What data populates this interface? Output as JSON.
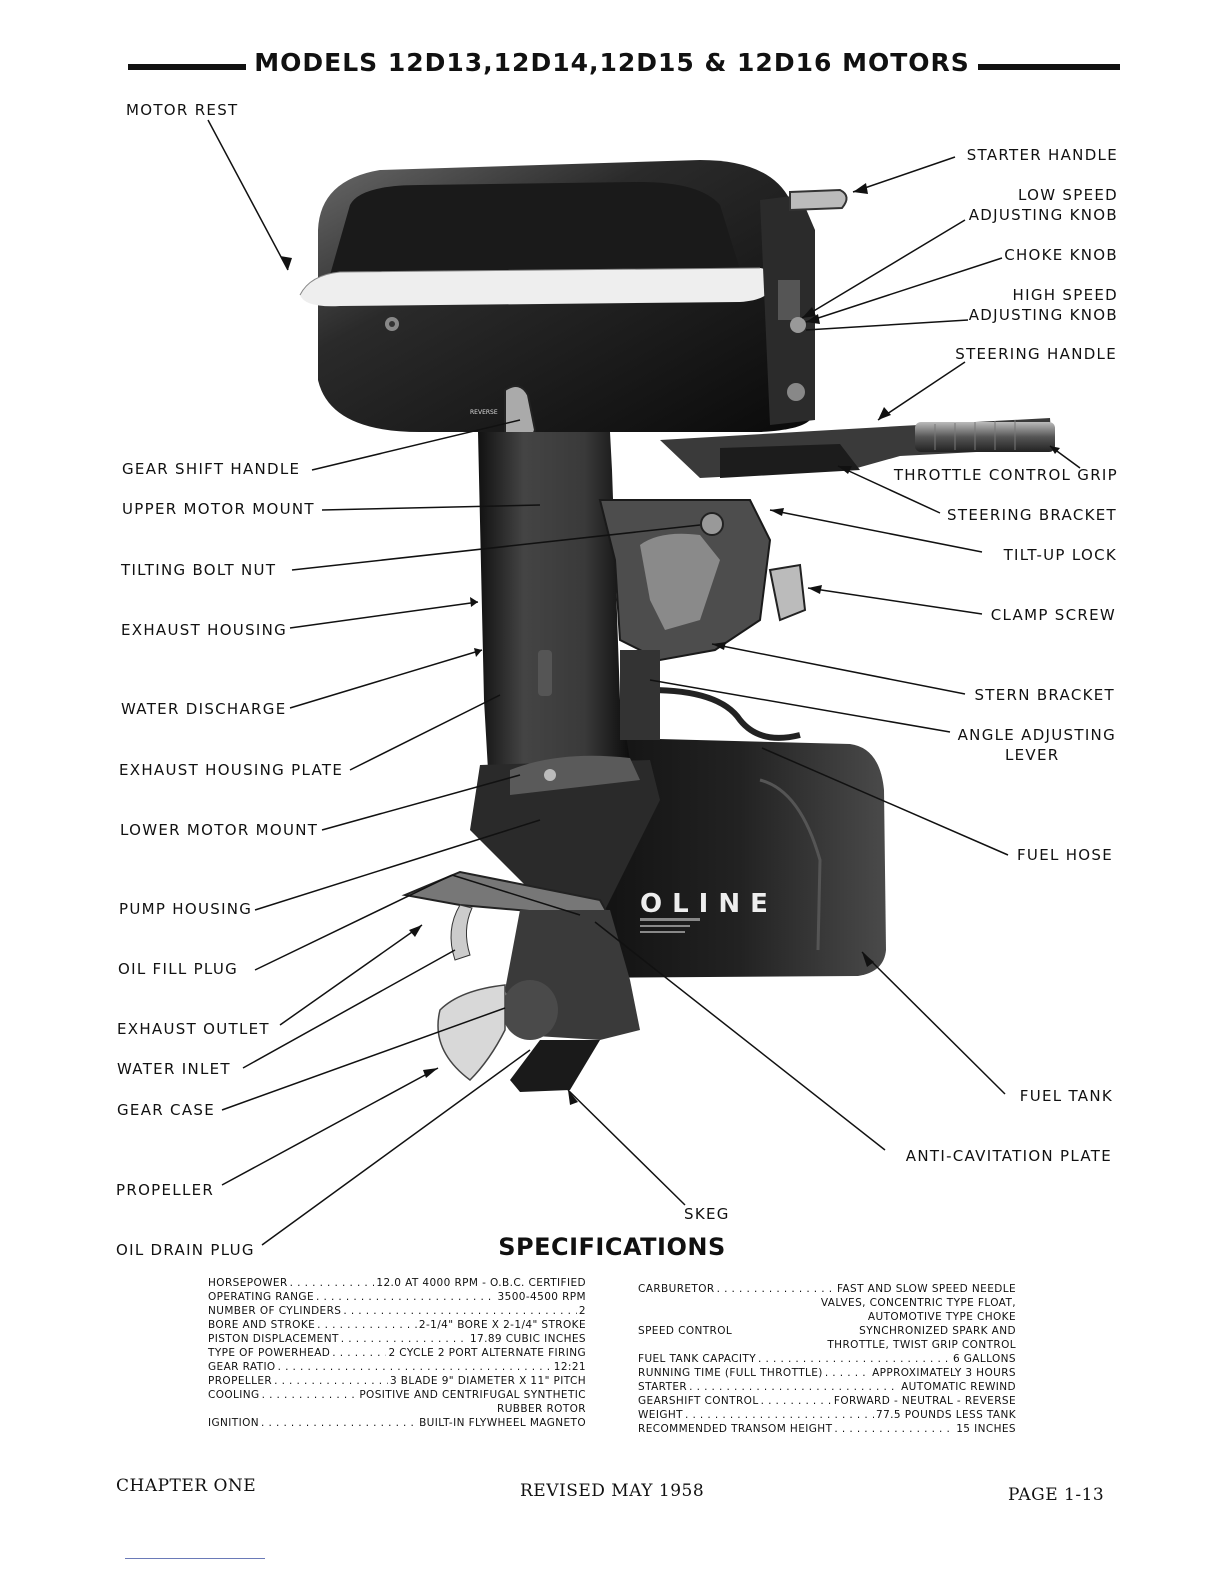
{
  "header": {
    "title": "MODELS 12D13,12D14,12D15 & 12D16 MOTORS"
  },
  "labels": {
    "motor_rest": "MOTOR REST",
    "starter_handle": "STARTER HANDLE",
    "low_speed_1": "LOW SPEED",
    "low_speed_2": "ADJUSTING KNOB",
    "choke_knob": "CHOKE KNOB",
    "high_speed_1": "HIGH SPEED",
    "high_speed_2": "ADJUSTING KNOB",
    "steering_handle": "STEERING HANDLE",
    "gear_shift_handle": "GEAR SHIFT HANDLE",
    "throttle_control_grip": "THROTTLE CONTROL GRIP",
    "upper_motor_mount": "UPPER MOTOR MOUNT",
    "steering_bracket": "STEERING BRACKET",
    "tilting_bolt_nut": "TILTING BOLT NUT",
    "tilt_up_lock": "TILT-UP LOCK",
    "clamp_screw": "CLAMP SCREW",
    "exhaust_housing": "EXHAUST HOUSING",
    "stern_bracket": "STERN BRACKET",
    "water_discharge": "WATER DISCHARGE",
    "angle_adjusting_1": "ANGLE ADJUSTING",
    "angle_adjusting_2": "LEVER",
    "exhaust_housing_plate": "EXHAUST HOUSING PLATE",
    "lower_motor_mount": "LOWER MOTOR MOUNT",
    "fuel_hose": "FUEL HOSE",
    "pump_housing": "PUMP HOUSING",
    "oil_fill_plug": "OIL FILL PLUG",
    "exhaust_outlet": "EXHAUST OUTLET",
    "water_inlet": "WATER INLET",
    "fuel_tank": "FUEL TANK",
    "gear_case": "GEAR CASE",
    "anti_cavitation_plate": "ANTI-CAVITATION PLATE",
    "propeller": "PROPELLER",
    "skeg": "SKEG",
    "oil_drain_plug": "OIL DRAIN PLUG",
    "tank_logo": "OLINE"
  },
  "specifications": {
    "title": "SPECIFICATIONS",
    "left": [
      {
        "key": "HORSEPOWER",
        "value": "12.0 AT 4000 RPM - O.B.C. CERTIFIED"
      },
      {
        "key": "OPERATING RANGE",
        "value": "3500-4500 RPM"
      },
      {
        "key": "NUMBER OF CYLINDERS",
        "value": "2"
      },
      {
        "key": "BORE AND STROKE",
        "value": "2-1/4\" BORE X 2-1/4\" STROKE"
      },
      {
        "key": "PISTON DISPLACEMENT",
        "value": "17.89 CUBIC INCHES"
      },
      {
        "key": "TYPE OF POWERHEAD",
        "value": "2 CYCLE 2 PORT ALTERNATE FIRING"
      },
      {
        "key": "GEAR RATIO",
        "value": "12:21"
      },
      {
        "key": "PROPELLER",
        "value": "3 BLADE 9\" DIAMETER X 11\" PITCH"
      },
      {
        "key": "COOLING",
        "value": "POSITIVE AND CENTRIFUGAL SYNTHETIC",
        "cont": "RUBBER ROTOR"
      },
      {
        "key": "IGNITION",
        "value": "BUILT-IN FLYWHEEL MAGNETO"
      }
    ],
    "right": [
      {
        "key": "CARBURETOR",
        "value": "FAST AND SLOW SPEED NEEDLE",
        "cont": "VALVES, CONCENTRIC TYPE FLOAT,",
        "cont2": "AUTOMOTIVE TYPE CHOKE"
      },
      {
        "key": "SPEED CONTROL",
        "value": "SYNCHRONIZED SPARK AND",
        "cont": "THROTTLE, TWIST GRIP CONTROL",
        "nodots": true
      },
      {
        "key": "FUEL TANK CAPACITY",
        "value": "6 GALLONS"
      },
      {
        "key": "RUNNING TIME (FULL THROTTLE)",
        "value": "APPROXIMATELY 3 HOURS"
      },
      {
        "key": "STARTER",
        "value": "AUTOMATIC REWIND"
      },
      {
        "key": "GEARSHIFT CONTROL",
        "value": "FORWARD - NEUTRAL - REVERSE"
      },
      {
        "key": "WEIGHT",
        "value": "77.5 POUNDS LESS TANK"
      },
      {
        "key": "RECOMMENDED TRANSOM HEIGHT",
        "value": "15 INCHES"
      }
    ]
  },
  "footer": {
    "chapter": "CHAPTER ONE",
    "revised": "REVISED MAY 1958",
    "page": "PAGE 1-13"
  }
}
